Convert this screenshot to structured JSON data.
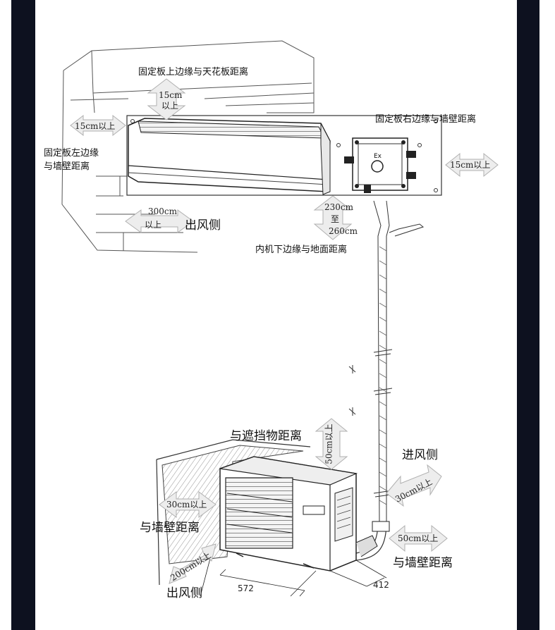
{
  "labels": {
    "ceiling_distance": "固定板上边缘与天花板距离",
    "right_wall_distance": "固定板右边缘与墙壁距离",
    "left_wall_distance_line1": "固定板左边缘",
    "left_wall_distance_line2": "与墙壁距离",
    "outlet_side_indoor": "出风侧",
    "floor_distance": "内机下边缘与地面距离",
    "obstacle_distance": "与遮挡物距离",
    "inlet_side": "进风侧",
    "wall_distance_left": "与墙壁距离",
    "wall_distance_right": "与墙壁距离",
    "outlet_side_outdoor": "出风侧"
  },
  "dimensions": {
    "top_15cm_line1": "15cm",
    "top_15cm_line2": "以上",
    "left_15cm": "15cm以上",
    "right_15cm": "15cm以上",
    "front_300cm_line1": "300cm",
    "front_300cm_line2": "以上",
    "height_line1": "230cm",
    "height_line2": "至",
    "height_line3": "260cm",
    "obstacle_50cm": "50cm以上",
    "inlet_30cm": "30cm以上",
    "left_wall_30cm": "30cm以上",
    "right_wall_50cm": "50cm以上",
    "outlet_200cm": "200cm以上",
    "width_572": "572",
    "depth_412": "412"
  },
  "box_mark": "Ex"
}
